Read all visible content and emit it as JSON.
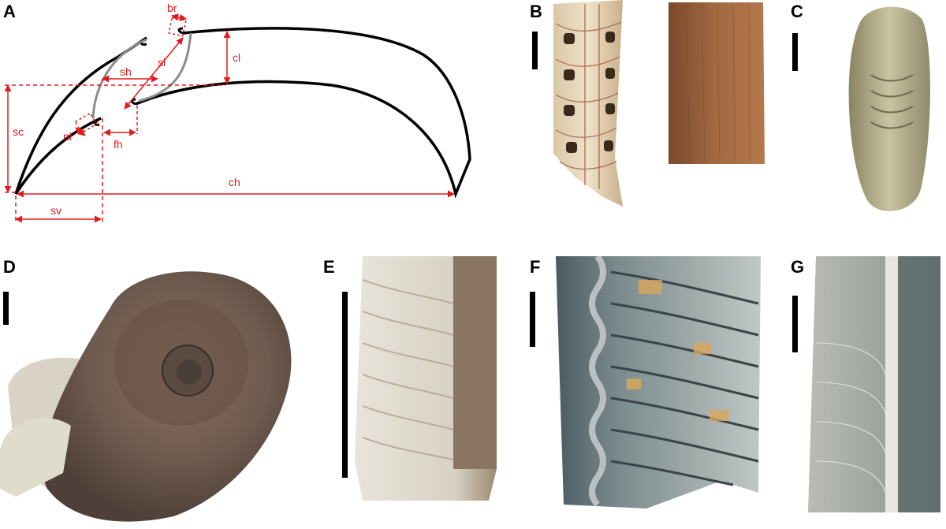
{
  "panels": {
    "a": "A",
    "b": "B",
    "c": "C",
    "d": "D",
    "e": "E",
    "f": "F",
    "g": "G"
  },
  "diagram_labels": {
    "br": "br",
    "cl": "cl",
    "sl": "sl",
    "sh": "sh",
    "sc": "sc",
    "nl": "nl",
    "fh": "fh",
    "ch": "ch",
    "sv": "sv"
  },
  "colors": {
    "annotation": "#e31a1c",
    "outline": "#000000",
    "septum": "#888888"
  }
}
